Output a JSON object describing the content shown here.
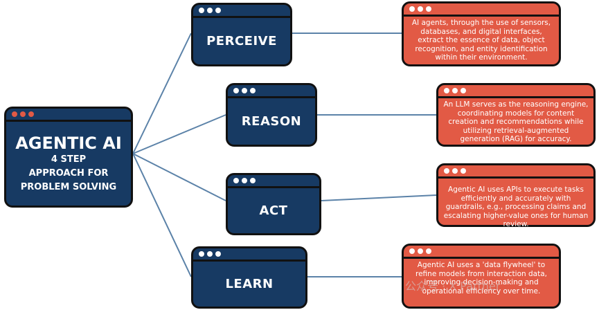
{
  "main": {
    "title": "AGENTIC AI",
    "subtitle_lines": [
      "4 STEP",
      "APPROACH FOR",
      "PROBLEM SOLVING"
    ]
  },
  "steps": [
    {
      "label": "PERCEIVE",
      "description": "AI agents, through the use of sensors, databases, and digital interfaces, extract the essence of data, object recognition, and entity identification within their environment."
    },
    {
      "label": "REASON",
      "description": "An LLM serves as the reasoning engine, coordinating models for content creation and recommendations while utilizing retrieval-augmented generation (RAG) for accuracy."
    },
    {
      "label": "ACT",
      "description": "Agentic AI uses APIs to execute tasks efficiently and accurately with guardrails, e.g., processing claims and escalating higher-value ones for human review."
    },
    {
      "label": "LEARN",
      "description": "Agentic AI uses a 'data flywheel' to refine models from interaction data, improving decision-making and operational efficiency over time."
    }
  ],
  "watermark": "公众号 · X Partner",
  "colors": {
    "navy": "#173a63",
    "coral": "#e25a45",
    "line": "#5b82a8"
  }
}
